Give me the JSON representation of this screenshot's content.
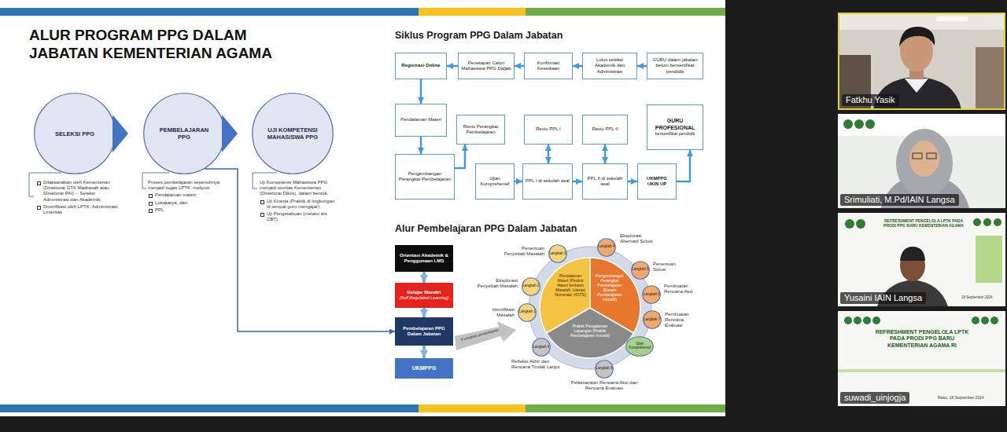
{
  "diagram": {
    "title": "ALUR PROGRAM PPG DALAM JABATAN KEMENTERIAN AGAMA",
    "nodes": [
      {
        "text": [
          "SELEKSI PPG"
        ]
      },
      {
        "text": [
          "PEMBELAJARAN PPG"
        ]
      },
      {
        "text": [
          "UJI KOMPETENSI MAHASISWA PPG"
        ]
      },
      {
        "text": [
          "Registrasi Online"
        ]
      },
      {
        "text": [
          "Penetapan Calon Mahasiswa PPG Daljab"
        ]
      },
      {
        "text": [
          "Konfirmasi Kesediaan"
        ]
      },
      {
        "text": [
          "Lulus seleksi Akademik dan Administrasi"
        ]
      },
      {
        "text": [
          "GURU dalam jabatan belum bersertifikat pendidik"
        ]
      },
      {
        "text": [
          "Pendalaman Materi"
        ]
      },
      {
        "text": [
          "Reviu Perangkat Pembelajaran"
        ]
      },
      {
        "text": [
          "Reviu PPL I"
        ]
      },
      {
        "text": [
          "Reviu PPL II"
        ]
      },
      {
        "text": [
          "GURU PROFESIONAL",
          "bersertifikat pendidik"
        ]
      },
      {
        "text": [
          "Pengembangan Perangkat Pembelajaran"
        ]
      },
      {
        "text": [
          "Ujian Komprehensif"
        ]
      },
      {
        "text": [
          "PPL I di sekolah asal"
        ]
      },
      {
        "text": [
          "PPL II di sekolah asal"
        ]
      },
      {
        "text": [
          "UKMPPG UKIN UP"
        ]
      },
      {
        "text": [
          "Orientasi Akademik & Penggunaan LMS"
        ]
      },
      {
        "text": [
          "Belajar Mandiri",
          "(Self Regulated Learning)"
        ]
      },
      {
        "text": [
          "Pembelajaran PPG Dalam Jabatan"
        ]
      },
      {
        "text": [
          "UKMPPG"
        ]
      },
      {
        "text": [
          "Pendalaman Materi (Produk Materi berbasis Masalah, Literasi Numerasi, HOTS)"
        ]
      },
      {
        "text": [
          "Pengembangan Perangkat Pembelajaran (Desain Pembelajaran Inovatif)"
        ]
      },
      {
        "text": [
          "Praktik Pengalaman Lapangan (Praktik Pembelajaran Inovatif)"
        ]
      },
      {
        "text": [
          "Langkah 1"
        ]
      },
      {
        "text": [
          "Langkah 2"
        ]
      },
      {
        "text": [
          "Langkah 3"
        ]
      },
      {
        "text": [
          "Langkah 4"
        ]
      },
      {
        "text": [
          "Langkah 5"
        ]
      },
      {
        "text": [
          "Langkah 6"
        ]
      },
      {
        "text": [
          "Langkah 7"
        ]
      },
      {
        "text": [
          "Ujian Komprehensif"
        ]
      },
      {
        "text": [
          "Langkah 8"
        ]
      },
      {
        "text": [
          "Langkah 9"
        ]
      },
      {
        "text": [
          "Fatkhu Yasik"
        ]
      },
      {
        "text": [
          "Srimuliati, M.Pd/IAIN Langsa"
        ]
      },
      {
        "text": [
          "Yusaini IAIN Langsa"
        ]
      },
      {
        "text": [
          "suwadi_uinjogja"
        ]
      }
    ],
    "edges": [
      {
        "from": 1,
        "to": 20,
        "arrow": "to"
      },
      {
        "from": 7,
        "to": 6,
        "arrow": "to"
      },
      {
        "from": 6,
        "to": 5,
        "arrow": "to"
      },
      {
        "from": 5,
        "to": 4,
        "arrow": "to"
      },
      {
        "from": 4,
        "to": 3,
        "arrow": "to"
      },
      {
        "from": 3,
        "to": 8,
        "arrow": "to"
      },
      {
        "from": 8,
        "to": 13,
        "arrow": "to"
      },
      {
        "from": 13,
        "to": 9,
        "arrow": "to"
      },
      {
        "from": 14,
        "to": 15,
        "arrow": "to"
      },
      {
        "from": 10,
        "to": 15,
        "arrow": "both"
      },
      {
        "from": 15,
        "to": 16,
        "arrow": "to"
      },
      {
        "from": 11,
        "to": 16,
        "arrow": "both"
      },
      {
        "from": 16,
        "to": 17,
        "arrow": "to"
      },
      {
        "from": 17,
        "to": 12,
        "arrow": "to"
      },
      {
        "from": 18,
        "to": 19,
        "arrow": "to"
      },
      {
        "from": 19,
        "to": 20,
        "arrow": "to"
      },
      {
        "from": 20,
        "to": 21,
        "arrow": "to"
      }
    ],
    "labels": [
      "Siklus Program PPG Dalam Jabatan",
      "Alur Pembelajaran PPG Dalam Jabatan",
      "Dilaksanakan oleh Kementerian (Direktorat GTK Madrasah atau Direktorat PAI)→ Seleksi Administrasi dan Akademik;",
      "Diverifikasi oleh LPTK: Administrasi, Linieritas",
      "Proses pembelajaran sepenuhnya menjadi tugas LPTK, meliputi:",
      "Pendalaman materi;",
      "Lokakarya; dan",
      "PPL.",
      "Uji Kompetensi Mahasiswa PPG menjadi otoritas Kementerian (Direktorat Diktis), dalam bentuk:",
      "Uji Kinerja (Praktik di lingkungan ttl tempat guru mengajar);",
      "Uji Pengetahuan (melalui tes CBT).",
      "9 Langkah pembelajaran",
      "Identifikasi Masalah",
      "Eksplorasi Penyebab Masalah",
      "Penentuan Penyebab Masalah",
      "Eksplorasi Alternatif Solusi",
      "Penentuan Solusi",
      "Pembuatan Rencana Aksi",
      "Pembuatan Rencana Evaluasi",
      "Pelaksanaan Rencana Aksi dan Rencana Evaluasi",
      "Refleksi Akhir dan Rencana Tindak Lanjut",
      "REFRESHMENT PENGELOLA LPTK PADA PRODI PPG BARU KEMENTERIAN AGAMA",
      "18 September 2024",
      "REFRESHMENT PENGELOLA LPTK PADA PRODI PPG BARU KEMENTERIAN AGAMA RI",
      "Rabu, 18 September 2024"
    ]
  }
}
